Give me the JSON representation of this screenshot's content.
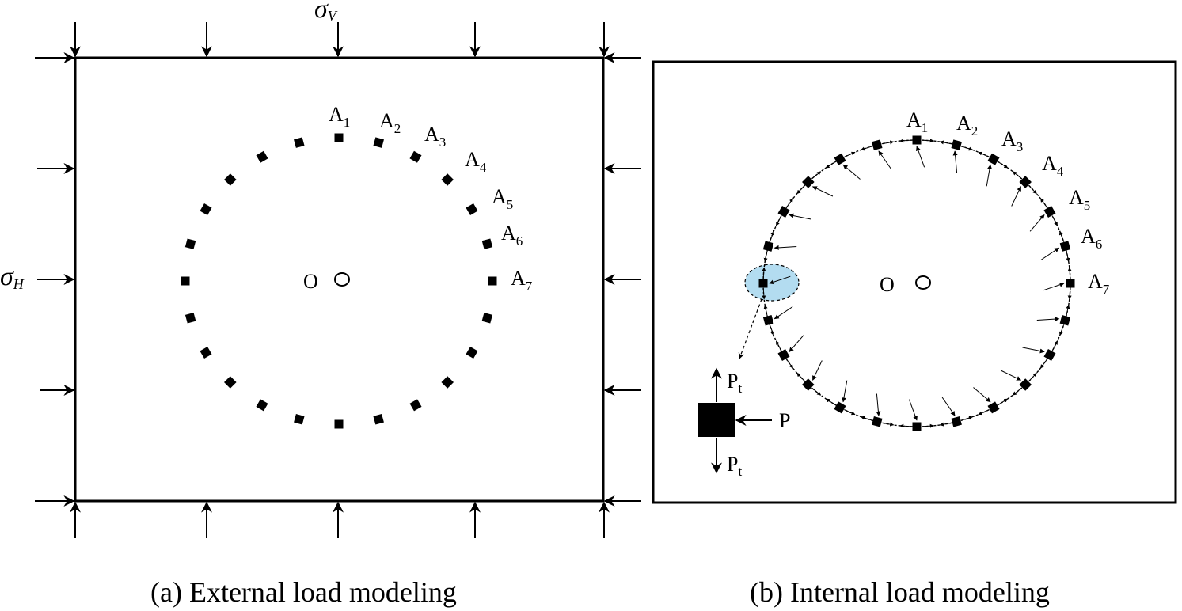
{
  "panel_a": {
    "caption": "(a) External load modeling",
    "sigma_v": {
      "sym": "σ",
      "sub": "V"
    },
    "sigma_h": {
      "sym": "σ",
      "sub": "H"
    },
    "center_label": "O",
    "point_labels": [
      {
        "base": "A",
        "sub": "1"
      },
      {
        "base": "A",
        "sub": "2"
      },
      {
        "base": "A",
        "sub": "3"
      },
      {
        "base": "A",
        "sub": "4"
      },
      {
        "base": "A",
        "sub": "5"
      },
      {
        "base": "A",
        "sub": "6"
      },
      {
        "base": "A",
        "sub": "7"
      }
    ]
  },
  "panel_b": {
    "caption": "(b) Internal load modeling",
    "center_label": "O",
    "point_labels": [
      {
        "base": "A",
        "sub": "1"
      },
      {
        "base": "A",
        "sub": "2"
      },
      {
        "base": "A",
        "sub": "3"
      },
      {
        "base": "A",
        "sub": "4"
      },
      {
        "base": "A",
        "sub": "5"
      },
      {
        "base": "A",
        "sub": "6"
      },
      {
        "base": "A",
        "sub": "7"
      }
    ],
    "detail": {
      "p_label": "P",
      "pt_top": {
        "base": "P",
        "sub": "t"
      },
      "pt_bottom": {
        "base": "P",
        "sub": "t"
      },
      "highlight_color": "#b3dcf0"
    }
  }
}
